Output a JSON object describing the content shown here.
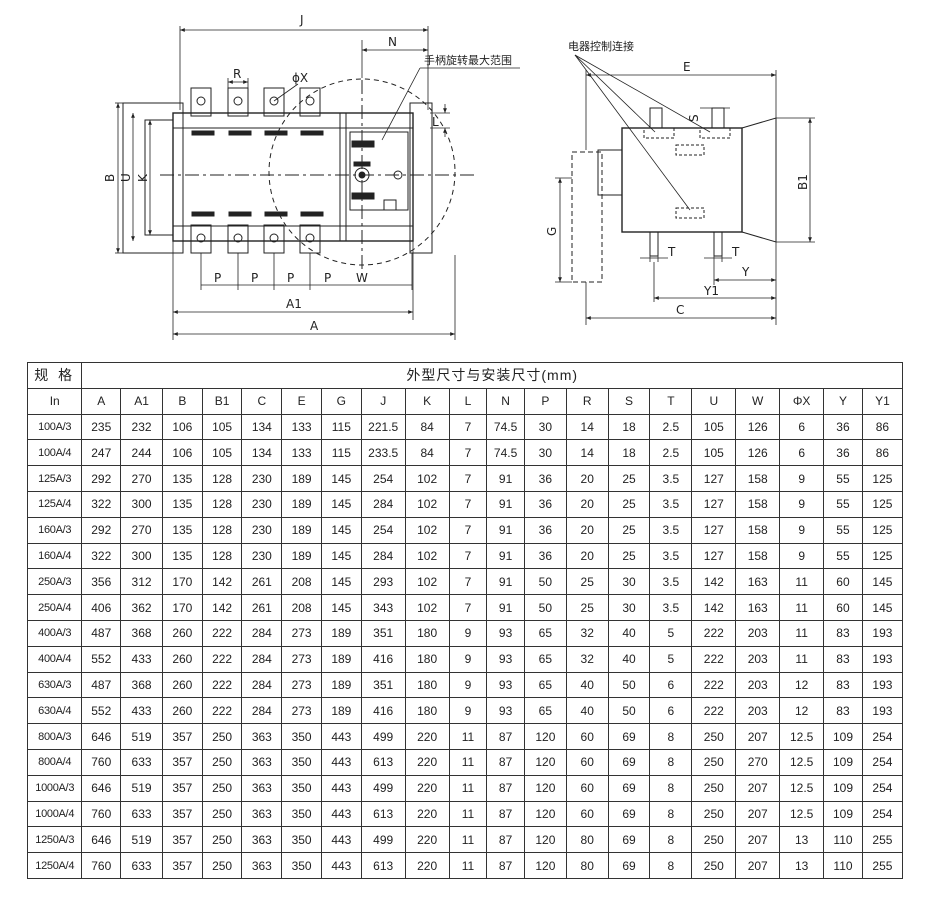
{
  "drawing": {
    "front_labels": {
      "J": "J",
      "N": "N",
      "R": "R",
      "X": "ϕX",
      "B": "B",
      "U": "U",
      "K": "K",
      "L": "L",
      "P": "P",
      "W": "W",
      "A1": "A1",
      "A": "A"
    },
    "side_labels": {
      "E": "E",
      "S": "S",
      "B1": "B1",
      "G": "G",
      "T": "T",
      "Y": "Y",
      "Y1": "Y1",
      "C": "C"
    },
    "callout_handle": "手柄旋转最大范围",
    "callout_electric": "电器控制连接"
  },
  "table": {
    "spec_label": "规 格",
    "title": "外型尺寸与安装尺寸(mm)",
    "columns": [
      "In",
      "A",
      "A1",
      "B",
      "B1",
      "C",
      "E",
      "G",
      "J",
      "K",
      "L",
      "N",
      "P",
      "R",
      "S",
      "T",
      "U",
      "W",
      "ΦX",
      "Y",
      "Y1"
    ],
    "rows": [
      [
        "100A/3",
        "235",
        "232",
        "106",
        "105",
        "134",
        "133",
        "115",
        "221.5",
        "84",
        "7",
        "74.5",
        "30",
        "14",
        "18",
        "2.5",
        "105",
        "126",
        "6",
        "36",
        "86"
      ],
      [
        "100A/4",
        "247",
        "244",
        "106",
        "105",
        "134",
        "133",
        "115",
        "233.5",
        "84",
        "7",
        "74.5",
        "30",
        "14",
        "18",
        "2.5",
        "105",
        "126",
        "6",
        "36",
        "86"
      ],
      [
        "125A/3",
        "292",
        "270",
        "135",
        "128",
        "230",
        "189",
        "145",
        "254",
        "102",
        "7",
        "91",
        "36",
        "20",
        "25",
        "3.5",
        "127",
        "158",
        "9",
        "55",
        "125"
      ],
      [
        "125A/4",
        "322",
        "300",
        "135",
        "128",
        "230",
        "189",
        "145",
        "284",
        "102",
        "7",
        "91",
        "36",
        "20",
        "25",
        "3.5",
        "127",
        "158",
        "9",
        "55",
        "125"
      ],
      [
        "160A/3",
        "292",
        "270",
        "135",
        "128",
        "230",
        "189",
        "145",
        "254",
        "102",
        "7",
        "91",
        "36",
        "20",
        "25",
        "3.5",
        "127",
        "158",
        "9",
        "55",
        "125"
      ],
      [
        "160A/4",
        "322",
        "300",
        "135",
        "128",
        "230",
        "189",
        "145",
        "284",
        "102",
        "7",
        "91",
        "36",
        "20",
        "25",
        "3.5",
        "127",
        "158",
        "9",
        "55",
        "125"
      ],
      [
        "250A/3",
        "356",
        "312",
        "170",
        "142",
        "261",
        "208",
        "145",
        "293",
        "102",
        "7",
        "91",
        "50",
        "25",
        "30",
        "3.5",
        "142",
        "163",
        "11",
        "60",
        "145"
      ],
      [
        "250A/4",
        "406",
        "362",
        "170",
        "142",
        "261",
        "208",
        "145",
        "343",
        "102",
        "7",
        "91",
        "50",
        "25",
        "30",
        "3.5",
        "142",
        "163",
        "11",
        "60",
        "145"
      ],
      [
        "400A/3",
        "487",
        "368",
        "260",
        "222",
        "284",
        "273",
        "189",
        "351",
        "180",
        "9",
        "93",
        "65",
        "32",
        "40",
        "5",
        "222",
        "203",
        "11",
        "83",
        "193"
      ],
      [
        "400A/4",
        "552",
        "433",
        "260",
        "222",
        "284",
        "273",
        "189",
        "416",
        "180",
        "9",
        "93",
        "65",
        "32",
        "40",
        "5",
        "222",
        "203",
        "11",
        "83",
        "193"
      ],
      [
        "630A/3",
        "487",
        "368",
        "260",
        "222",
        "284",
        "273",
        "189",
        "351",
        "180",
        "9",
        "93",
        "65",
        "40",
        "50",
        "6",
        "222",
        "203",
        "12",
        "83",
        "193"
      ],
      [
        "630A/4",
        "552",
        "433",
        "260",
        "222",
        "284",
        "273",
        "189",
        "416",
        "180",
        "9",
        "93",
        "65",
        "40",
        "50",
        "6",
        "222",
        "203",
        "12",
        "83",
        "193"
      ],
      [
        "800A/3",
        "646",
        "519",
        "357",
        "250",
        "363",
        "350",
        "443",
        "499",
        "220",
        "11",
        "87",
        "120",
        "60",
        "69",
        "8",
        "250",
        "207",
        "12.5",
        "109",
        "254"
      ],
      [
        "800A/4",
        "760",
        "633",
        "357",
        "250",
        "363",
        "350",
        "443",
        "613",
        "220",
        "11",
        "87",
        "120",
        "60",
        "69",
        "8",
        "250",
        "270",
        "12.5",
        "109",
        "254"
      ],
      [
        "1000A/3",
        "646",
        "519",
        "357",
        "250",
        "363",
        "350",
        "443",
        "499",
        "220",
        "11",
        "87",
        "120",
        "60",
        "69",
        "8",
        "250",
        "207",
        "12.5",
        "109",
        "254"
      ],
      [
        "1000A/4",
        "760",
        "633",
        "357",
        "250",
        "363",
        "350",
        "443",
        "613",
        "220",
        "11",
        "87",
        "120",
        "60",
        "69",
        "8",
        "250",
        "207",
        "12.5",
        "109",
        "254"
      ],
      [
        "1250A/3",
        "646",
        "519",
        "357",
        "250",
        "363",
        "350",
        "443",
        "499",
        "220",
        "11",
        "87",
        "120",
        "80",
        "69",
        "8",
        "250",
        "207",
        "13",
        "110",
        "255"
      ],
      [
        "1250A/4",
        "760",
        "633",
        "357",
        "250",
        "363",
        "350",
        "443",
        "613",
        "220",
        "11",
        "87",
        "120",
        "80",
        "69",
        "8",
        "250",
        "207",
        "13",
        "110",
        "255"
      ]
    ]
  }
}
